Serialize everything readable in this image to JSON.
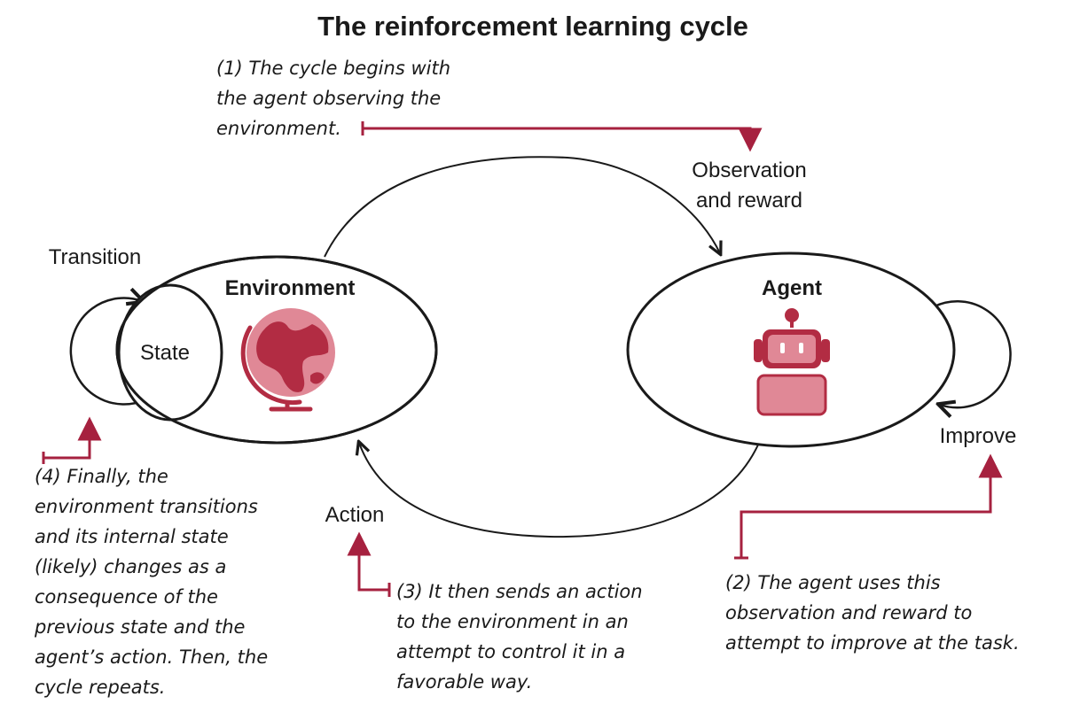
{
  "title": "The reinforcement learning cycle",
  "nodes": {
    "environment": "Environment",
    "state": "State",
    "agent": "Agent"
  },
  "edges": {
    "transition": "Transition",
    "observation": [
      "Observation",
      "and reward"
    ],
    "improve": "Improve",
    "action": "Action"
  },
  "notes": {
    "step1": [
      "(1) The cycle begins with",
      "the agent observing the",
      "environment."
    ],
    "step2": [
      "(2) The agent uses this",
      "observation and reward to",
      "attempt to improve at the task."
    ],
    "step3": [
      "(3) It then sends an action",
      "to the environment in an",
      "attempt to control it in a",
      "favorable way."
    ],
    "step4": [
      "(4) Finally, the",
      "environment transitions",
      "and its internal state",
      "(likely) changes as a",
      "consequence of the",
      "previous state and the",
      "agent’s action. Then, the",
      "cycle repeats."
    ]
  },
  "icons": {
    "environment": "globe-icon",
    "agent": "robot-icon"
  },
  "colors": {
    "accent": "#a6213f",
    "icon_fill": "#e08896",
    "icon_dark": "#b22c43",
    "stroke": "#1a1a1a"
  }
}
